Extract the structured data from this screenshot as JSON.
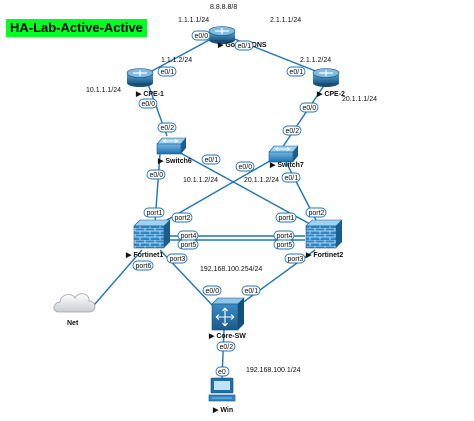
{
  "title": "HA-Lab-Active-Active",
  "devices": {
    "google_dns": {
      "label": "Google-DNS",
      "ip": "8.8.8.8/8"
    },
    "cpe1": {
      "label": "CPE-1"
    },
    "cpe2": {
      "label": "CPE-2"
    },
    "switch6": {
      "label": "Switch6"
    },
    "switch7": {
      "label": "Switch7"
    },
    "fortinet1": {
      "label": "Fortinet1"
    },
    "fortinet2": {
      "label": "Fortinet2"
    },
    "core_sw": {
      "label": "Core-SW"
    },
    "win": {
      "label": "Win"
    },
    "net": {
      "label": "Net"
    }
  },
  "ip_labels": {
    "google_left": "1.1.1.1/24",
    "google_right": "2.1.1.1/24",
    "cpe1_top": "1.1.1.2/24",
    "cpe2_top": "2.1.1.2/24",
    "cpe1_lan": "10.1.1.1/24",
    "cpe2_lan": "20.1.1.1/24",
    "sw6_down": "10.1.1.2/24",
    "sw7_down": "20.1.1.2/24",
    "core": "192.168.100.254/24",
    "win": "192.168.100.1/24"
  },
  "ports": {
    "g_e00": "e0/0",
    "g_e01": "e0/1",
    "cpe1_e01": "e0/1",
    "cpe1_e00": "e0/0",
    "cpe2_e01": "e0/1",
    "cpe2_e00": "e0/0",
    "sw6_e02": "e0/2",
    "sw6_e01": "e0/1",
    "sw6_e00": "e0/0",
    "sw7_e02": "e0/2",
    "sw7_e00": "e0/0",
    "sw7_e01": "e0/1",
    "f1_port1": "port1",
    "f1_port2": "port2",
    "f1_port4": "port4",
    "f1_port5": "port5",
    "f1_port3": "port3",
    "f1_port6": "port6",
    "f2_port1": "port1",
    "f2_port2": "port2",
    "f2_port4": "port4",
    "f2_port5": "port5",
    "f2_port3": "port3",
    "core_e00": "e0/0",
    "core_e01": "e0/1",
    "core_e02": "e0/2",
    "win_e0": "e0"
  },
  "colors": {
    "title_bg": "#00ff22",
    "link": "#1f74b8",
    "router": "#2d6f9a",
    "switch": "#1e7fc0",
    "firewall": "#2f87c8"
  }
}
